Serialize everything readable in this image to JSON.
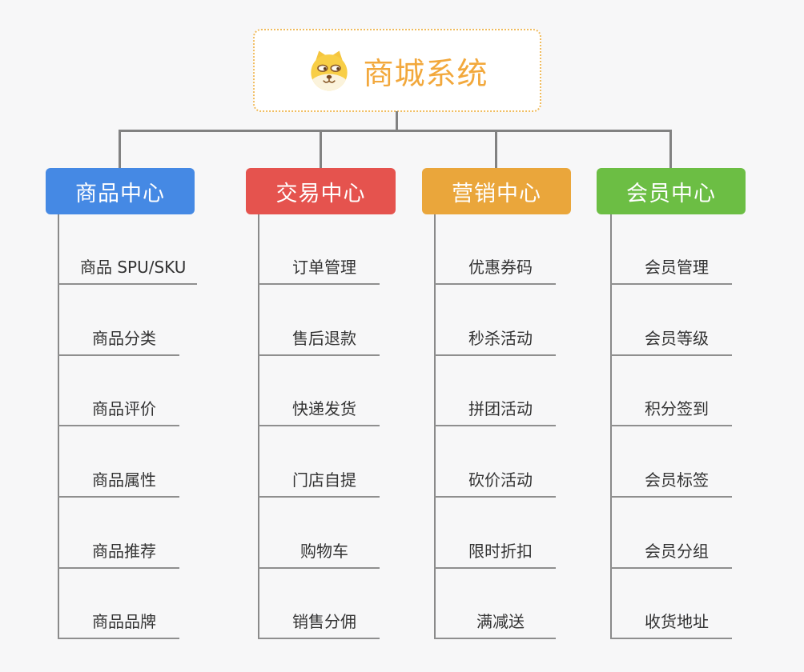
{
  "root": {
    "title": "商城系统",
    "icon": "dog-face-icon",
    "title_color": "#F2A83C",
    "border_color": "#F0BC5F"
  },
  "connector_color": "#828282",
  "branches": [
    {
      "label": "商品中心",
      "color": "#4589E4",
      "children": [
        "商品 SPU/SKU",
        "商品分类",
        "商品评价",
        "商品属性",
        "商品推荐",
        "商品品牌"
      ]
    },
    {
      "label": "交易中心",
      "color": "#E5534E",
      "children": [
        "订单管理",
        "售后退款",
        "快递发货",
        "门店自提",
        "购物车",
        "销售分佣"
      ]
    },
    {
      "label": "营销中心",
      "color": "#EAA63B",
      "children": [
        "优惠券码",
        "秒杀活动",
        "拼团活动",
        "砍价活动",
        "限时折扣",
        "满减送"
      ]
    },
    {
      "label": "会员中心",
      "color": "#6CBE44",
      "children": [
        "会员管理",
        "会员等级",
        "积分签到",
        "会员标签",
        "会员分组",
        "收货地址"
      ]
    }
  ]
}
